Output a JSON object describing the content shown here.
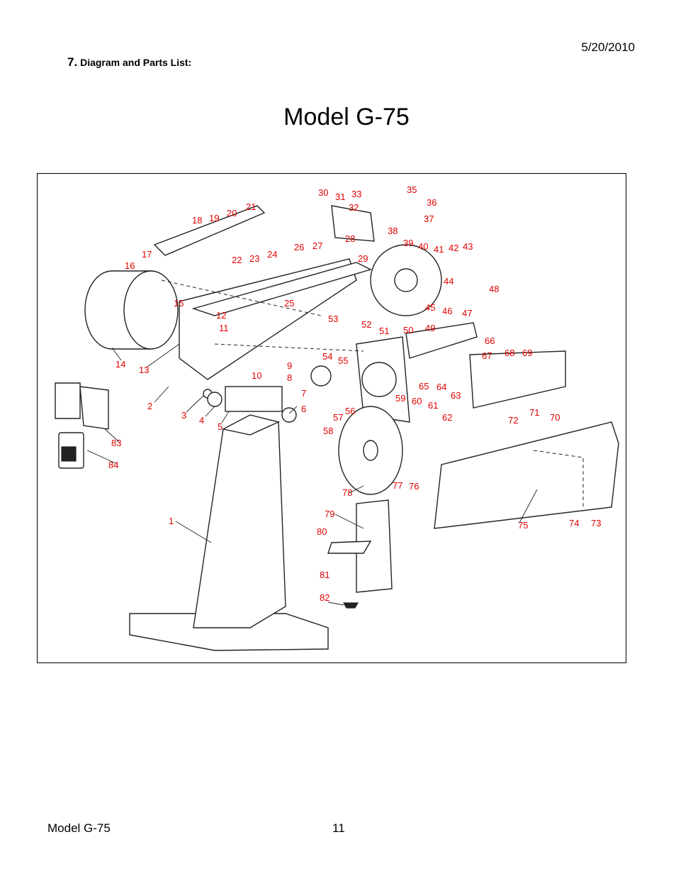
{
  "header": {
    "date": "5/20/2010",
    "section_number": "7.",
    "section_title": "Diagram and Parts List:"
  },
  "title": "Model G-75",
  "footer": {
    "model": "Model G-75",
    "page_number": "11"
  },
  "diagram": {
    "callouts": [
      "1",
      "2",
      "3",
      "4",
      "5",
      "6",
      "7",
      "8",
      "9",
      "10",
      "11",
      "12",
      "13",
      "14",
      "15",
      "16",
      "17",
      "18",
      "19",
      "20",
      "21",
      "22",
      "23",
      "24",
      "25",
      "26",
      "27",
      "28",
      "29",
      "30",
      "31",
      "32",
      "33",
      "35",
      "36",
      "37",
      "38",
      "39",
      "40",
      "41",
      "42",
      "43",
      "44",
      "45",
      "46",
      "47",
      "48",
      "49",
      "50",
      "51",
      "52",
      "53",
      "54",
      "55",
      "56",
      "57",
      "58",
      "59",
      "60",
      "61",
      "62",
      "63",
      "64",
      "65",
      "66",
      "67",
      "68",
      "69",
      "70",
      "71",
      "72",
      "73",
      "74",
      "75",
      "76",
      "77",
      "78",
      "79",
      "80",
      "81",
      "82",
      "83",
      "84"
    ],
    "callout_color": "#e00000"
  }
}
